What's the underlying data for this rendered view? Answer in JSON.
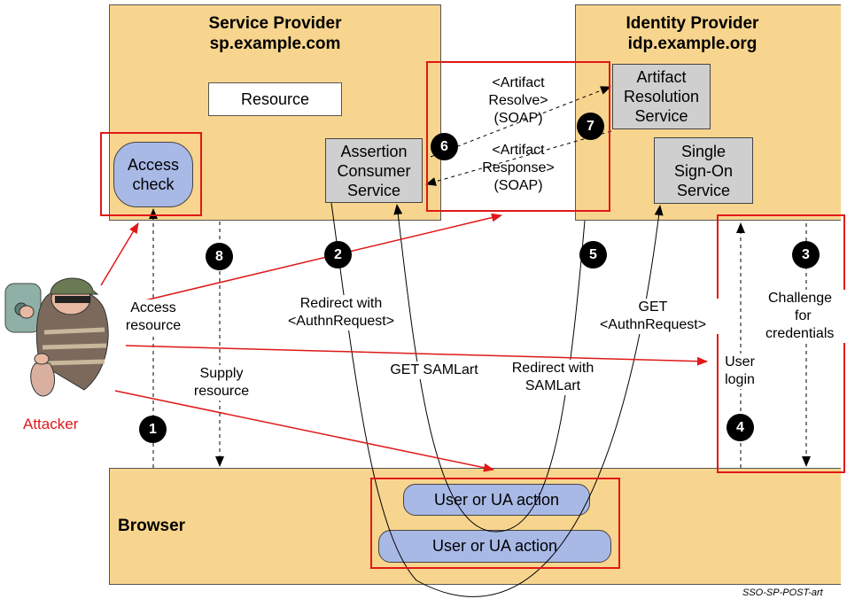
{
  "service_provider": {
    "title": "Service Provider",
    "domain": "sp.example.com"
  },
  "identity_provider": {
    "title": "Identity Provider",
    "domain": "idp.example.org"
  },
  "boxes": {
    "resource": "Resource",
    "access_check": [
      "Access",
      "check"
    ],
    "acs": [
      "Assertion",
      "Consumer",
      "Service"
    ],
    "ars": [
      "Artifact",
      "Resolution",
      "Service"
    ],
    "sso": [
      "Single",
      "Sign-On",
      "Service"
    ]
  },
  "browser": {
    "title": "Browser",
    "action1": "User or UA action",
    "action2": "User or UA action"
  },
  "labels": {
    "artifact_resolve": [
      "<Artifact",
      "Resolve>",
      "(SOAP)"
    ],
    "artifact_response": [
      "<Artifact",
      "Response>",
      "(SOAP)"
    ],
    "access_resource": [
      "Access",
      "resource"
    ],
    "supply_resource": [
      "Supply",
      "resource"
    ],
    "redirect_authn": [
      "Redirect with",
      "<AuthnRequest>"
    ],
    "get_samlart": "GET SAMLart",
    "redirect_samlart": [
      "Redirect with",
      "SAMLart"
    ],
    "get_authn": [
      "GET",
      "<AuthnRequest>"
    ],
    "user_login": [
      "User",
      "login"
    ],
    "challenge": [
      "Challenge",
      "for",
      "credentials"
    ]
  },
  "steps": [
    "1",
    "2",
    "3",
    "4",
    "5",
    "6",
    "7",
    "8"
  ],
  "attacker": "Attacker",
  "footer": "SSO-SP-POST-art",
  "colors": {
    "panel": "#f8d58e",
    "gray_box": "#cfcfcf",
    "blue_box": "#a9b9e6",
    "attack_red": "#e01818"
  }
}
